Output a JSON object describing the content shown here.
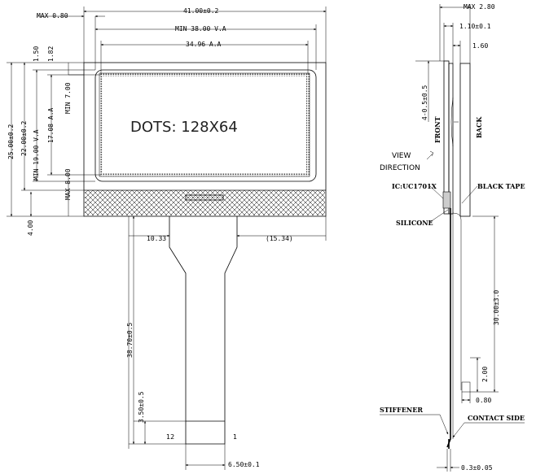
{
  "front_view": {
    "display_text": "DOTS: 128X64",
    "dims": {
      "max_080": "MAX 0.80",
      "width_41": "41.00±0.2",
      "min_38": "MIN 38.00 V.A",
      "aa_3496": "34.96 A.A",
      "d150": "1.50",
      "d182": "1.82",
      "min_700": "MIN 7.00",
      "h_2500": "25.00±0.2",
      "h_2200": "22.00±0.2",
      "min_1900": "MIN 19.00 V.A",
      "aa_1708": "17.08 A.A",
      "max_800": "MAX 8.00",
      "d400": "4.00",
      "d1033": "10.33",
      "d1534": "(15.34)",
      "d3870": "38.70±0.5",
      "d350": "3.50±0.5",
      "d650": "6.50±0.1"
    },
    "pins": {
      "left": "12",
      "right": "1"
    }
  },
  "side_view": {
    "dims": {
      "max_280": "MAX 2.80",
      "d110": "1.10±0.1",
      "d160": "1.60",
      "d405": "4-0.5±0.5",
      "d3000": "30.00±3.0",
      "d200": "2.00",
      "d080": "0.80",
      "d030": "0.3±0.05"
    },
    "labels": {
      "front": "FRONT",
      "back": "BACK",
      "view_direction_1": "VIEW",
      "view_direction_2": "DIRECTION",
      "ic": "IC:UC1701X",
      "black_tape": "BLACK TAPE",
      "silicone": "SILICONE",
      "stiffener": "STIFFENER",
      "contact_side": "CONTACT SIDE"
    }
  }
}
